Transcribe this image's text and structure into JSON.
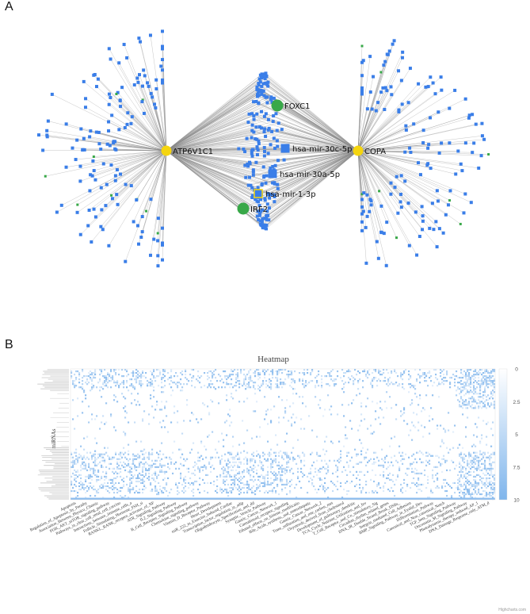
{
  "panel_a": {
    "letter": "A",
    "hubs": [
      {
        "id": "hub-atp6v1c1",
        "label": "ATP6V1C1"
      },
      {
        "id": "hub-copa",
        "label": "COPA"
      }
    ],
    "highlighted_nodes": [
      {
        "id": "node-foxc1",
        "label": "FOXC1",
        "kind": "transcription-factor"
      },
      {
        "id": "node-mir30c",
        "label": "hsa-mir-30c-5p",
        "kind": "mirna"
      },
      {
        "id": "node-mir30a",
        "label": "hsa-mir-30a-5p",
        "kind": "mirna"
      },
      {
        "id": "node-mir1",
        "label": "hsa-mir-1-3p",
        "kind": "mirna-outlined"
      },
      {
        "id": "node-irf2",
        "label": "IRF2",
        "kind": "transcription-factor"
      }
    ],
    "colors": {
      "hub": "#f5d50f",
      "mirna": "#3a7ee8",
      "tf": "#38a848",
      "edge": "#8a8a8a"
    }
  },
  "panel_b": {
    "letter": "B",
    "credit": "Highcharts.com",
    "chart_data": {
      "type": "heatmap",
      "title": "Heatmap",
      "ylabel": "miRNAs",
      "xlabel": "",
      "colorbar": {
        "min": 0,
        "max": 10,
        "ticks": [
          "0",
          "2.5",
          "5",
          "7.5",
          "10"
        ],
        "low_color": "#ffffff",
        "high_color": "#7fb5ec"
      },
      "x_categories": [
        "Apoptosis",
        "Regulation_of_Apoptosis_by_Parathy",
        "Association_Between_Physico_Chemic",
        "PI3K_AKT_mTOR_signaling_pathway",
        "Pathways_in_clear_cell_renal_cell_carcino",
        "Interactions_between_immune_cells_a",
        "Follicle_Stimulating_Hormone_FSH_si",
        "RANKL_RANK_receptor_activator_of_NF",
        "ATR_Signaling_Pathway",
        "IL2_Signaling_Pathway",
        "B_Cell_Receptor_Signaling_Pathway",
        "Chemokine_signaling_pathway",
        "Vitamin_D_Receptor_Pathway",
        "Heart_Development",
        "miR_222_in_Exercise_Induced_Cardiac",
        "Transcription_factor_regulation_in_adip",
        "Oligodendrocyte_Specification_and_dif",
        "Synaptic_Vesicle_Pathway",
        "Gastric_Cancer_Network_1",
        "Cannabinoid_receptor_signaling",
        "Ethanol_effects_on_histone_modificatio",
        "Bile_Acids_synthesis_and_enterohepatic",
        "Gastric_Cancer_Network_2",
        "Trans_sulfuration_and_one_carbon_met",
        "Oxysterols_derived_from_cholesterol",
        "Development_of_pulmonary_dendritic",
        "TCA_Cycle_Nutrient_Utilization_and_Inv",
        "T_Cell_Receptor_and_Co_stimulatory_Sig",
        "Circadian_rhythm_related_genes",
        "DNA_IR_Double_Strand_Break_DSBs_",
        "Integrin_mediated_Cell_Adhesion",
        "BMP_Signaling_Pathway_in_Eyelid_Dev",
        "Differentiation_Pathway",
        "Canonical_and_Non_canonical_Notch",
        "TGF_beta_Signaling_Pathway",
        "Oncostatin_M_Signaling_Pathway",
        "Photodynamic_therapy_induced_AP_1",
        "DNA_Damage_Response_only_ATM_d"
      ]
    }
  }
}
